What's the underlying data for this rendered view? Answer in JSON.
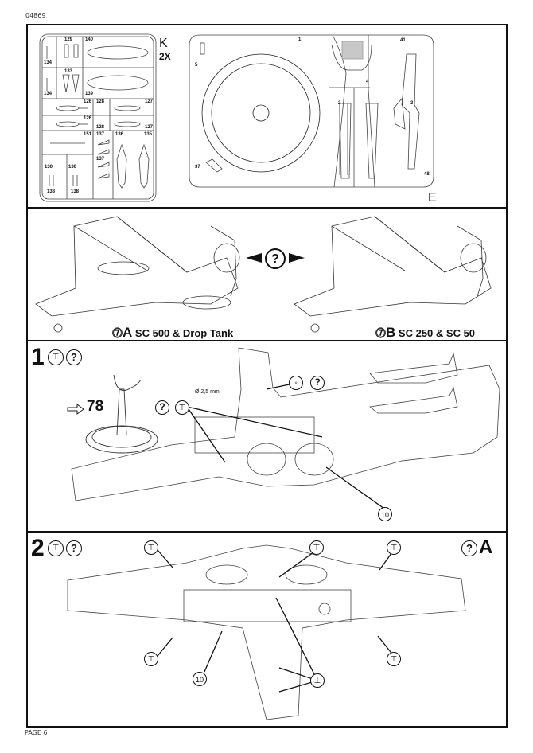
{
  "document": {
    "code": "04869",
    "page_label": "PAGE 6"
  },
  "parts_panel": {
    "sprue_k": {
      "letter": "K",
      "multiplier": "2X",
      "part_numbers": [
        "134",
        "129",
        "140",
        "134",
        "133",
        "139",
        "126",
        "128",
        "127",
        "126",
        "128",
        "127",
        "151",
        "137",
        "136",
        "135",
        "130",
        "130",
        "137",
        "138",
        "138"
      ]
    },
    "sprue_e": {
      "letter": "E",
      "part_numbers": [
        "1",
        "5",
        "41",
        "4",
        "2",
        "3",
        "37",
        "48"
      ]
    }
  },
  "options_panel": {
    "option_a": {
      "letter": "A",
      "text": "SC 500 & Drop Tank"
    },
    "option_b": {
      "letter": "B",
      "text": "SC 250 & SC 50"
    },
    "choice_symbol": "?"
  },
  "step1": {
    "number": "1",
    "stand_ref": "78",
    "drill_size": "Ø 2,5 mm",
    "part_callout": "10"
  },
  "step2": {
    "number": "2",
    "option_tag": "A",
    "part_callout": "10"
  }
}
